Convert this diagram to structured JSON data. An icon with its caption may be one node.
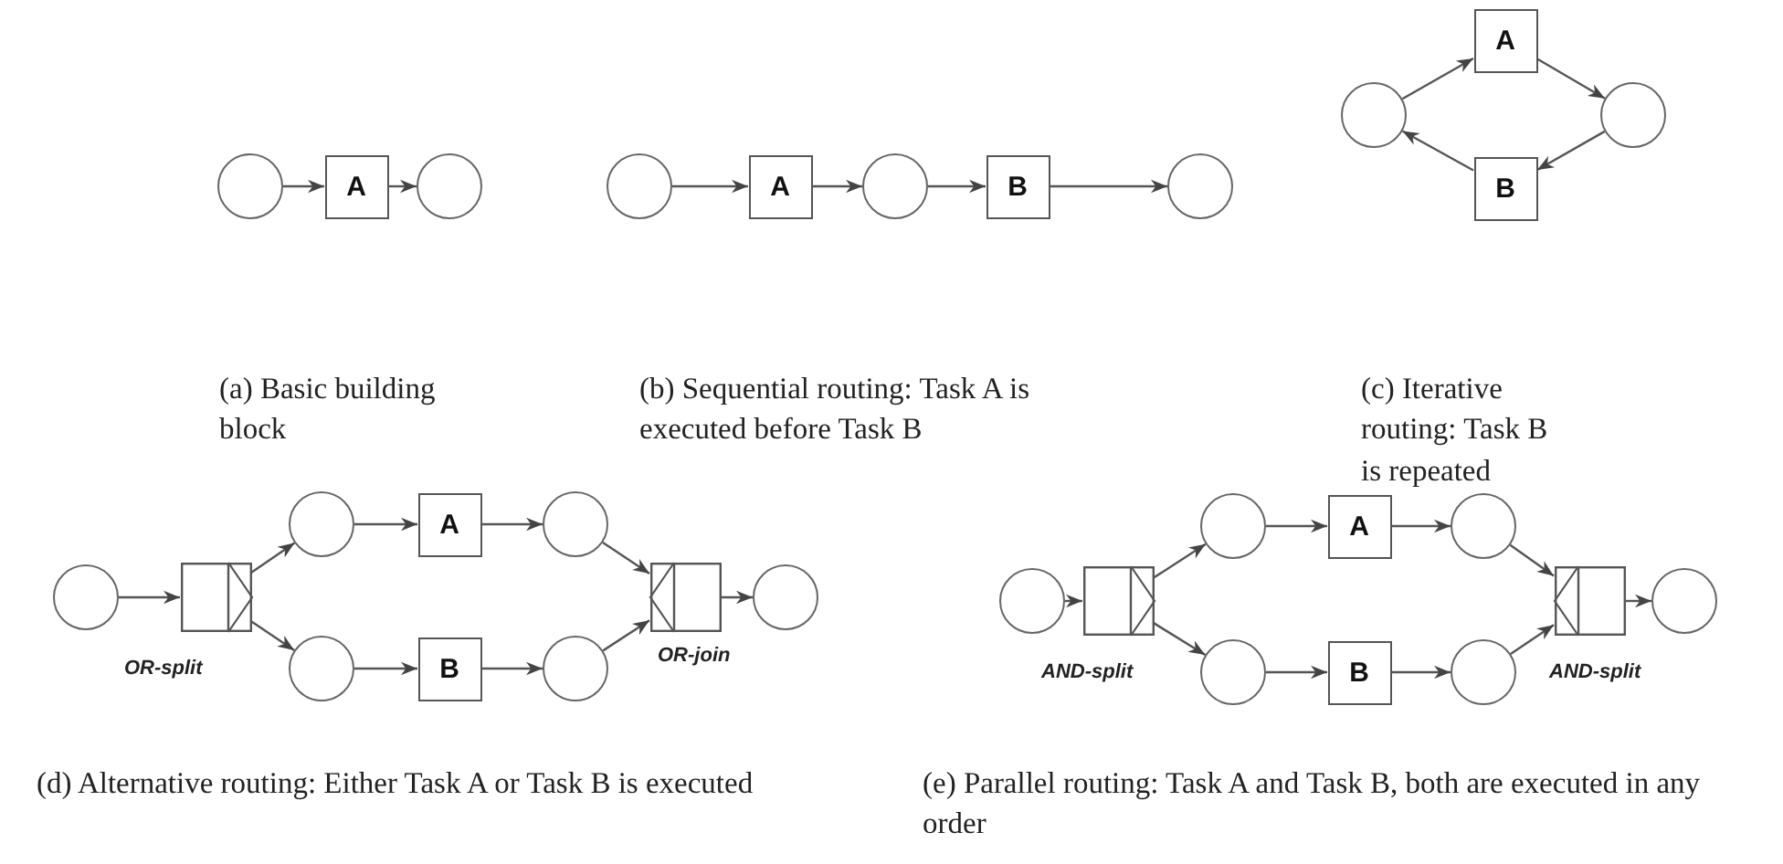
{
  "diagram": {
    "nodes": [
      {
        "text": [],
        "shape": "circle"
      },
      {
        "text": [
          "A"
        ]
      },
      {
        "text": [],
        "shape": "circle"
      },
      {
        "text": [],
        "shape": "circle"
      },
      {
        "text": [
          "A"
        ]
      },
      {
        "text": [],
        "shape": "circle"
      },
      {
        "text": [
          "B"
        ]
      },
      {
        "text": [],
        "shape": "circle"
      },
      {
        "text": [],
        "shape": "circle"
      },
      {
        "text": [
          "A"
        ]
      },
      {
        "text": [],
        "shape": "circle"
      },
      {
        "text": [
          "B"
        ]
      },
      {
        "text": [],
        "shape": "circle"
      },
      {
        "text": [],
        "shape": "box",
        "beside": [
          "OR-split"
        ]
      },
      {
        "text": [],
        "shape": "circle"
      },
      {
        "text": [
          "A"
        ]
      },
      {
        "text": [],
        "shape": "circle"
      },
      {
        "text": [],
        "shape": "circle"
      },
      {
        "text": [
          "B"
        ]
      },
      {
        "text": [],
        "shape": "circle"
      },
      {
        "text": [],
        "shape": "box",
        "beside": [
          "OR-join"
        ]
      },
      {
        "text": [],
        "shape": "circle"
      },
      {
        "text": [],
        "shape": "circle"
      },
      {
        "text": [],
        "shape": "box",
        "beside": [
          "AND-split"
        ]
      },
      {
        "text": [],
        "shape": "circle"
      },
      {
        "text": [
          "A"
        ]
      },
      {
        "text": [],
        "shape": "circle"
      },
      {
        "text": [],
        "shape": "circle"
      },
      {
        "text": [
          "B"
        ]
      },
      {
        "text": [],
        "shape": "circle"
      },
      {
        "text": [],
        "shape": "box",
        "beside": [
          "AND-split"
        ]
      },
      {
        "text": [],
        "shape": "circle"
      }
    ],
    "edges": [
      {
        "from": 0,
        "to": 1,
        "arrow": "to"
      },
      {
        "from": 1,
        "to": 2,
        "arrow": "to"
      },
      {
        "from": 3,
        "to": 4,
        "arrow": "to"
      },
      {
        "from": 4,
        "to": 5,
        "arrow": "to"
      },
      {
        "from": 5,
        "to": 6,
        "arrow": "to"
      },
      {
        "from": 6,
        "to": 7,
        "arrow": "to"
      },
      {
        "from": 8,
        "to": 9,
        "arrow": "to"
      },
      {
        "from": 9,
        "to": 10,
        "arrow": "to"
      },
      {
        "from": 10,
        "to": 11,
        "arrow": "to"
      },
      {
        "from": 11,
        "to": 8,
        "arrow": "to"
      },
      {
        "from": 12,
        "to": 13,
        "arrow": "to"
      },
      {
        "from": 13,
        "to": 14,
        "arrow": "to"
      },
      {
        "from": 13,
        "to": 17,
        "arrow": "to"
      },
      {
        "from": 14,
        "to": 15,
        "arrow": "to"
      },
      {
        "from": 15,
        "to": 16,
        "arrow": "to"
      },
      {
        "from": 17,
        "to": 18,
        "arrow": "to"
      },
      {
        "from": 18,
        "to": 19,
        "arrow": "to"
      },
      {
        "from": 16,
        "to": 20,
        "arrow": "to"
      },
      {
        "from": 19,
        "to": 20,
        "arrow": "to"
      },
      {
        "from": 20,
        "to": 21,
        "arrow": "to"
      },
      {
        "from": 22,
        "to": 23,
        "arrow": "to"
      },
      {
        "from": 23,
        "to": 24,
        "arrow": "to"
      },
      {
        "from": 23,
        "to": 27,
        "arrow": "to"
      },
      {
        "from": 24,
        "to": 25,
        "arrow": "to"
      },
      {
        "from": 25,
        "to": 26,
        "arrow": "to"
      },
      {
        "from": 27,
        "to": 28,
        "arrow": "to"
      },
      {
        "from": 28,
        "to": 29,
        "arrow": "to"
      },
      {
        "from": 26,
        "to": 30,
        "arrow": "to"
      },
      {
        "from": 29,
        "to": 30,
        "arrow": "to"
      },
      {
        "from": 30,
        "to": 31,
        "arrow": "to"
      }
    ],
    "labels": [
      "(a) Basic building block",
      "(b) Sequential routing: Task A is executed before Task B",
      "(c) Iterative routing: Task B is repeated",
      "(d) Alternative routing: Either Task A or Task B is executed",
      "(e) Parallel routing: Task A and Task B, both are executed in any order"
    ]
  }
}
